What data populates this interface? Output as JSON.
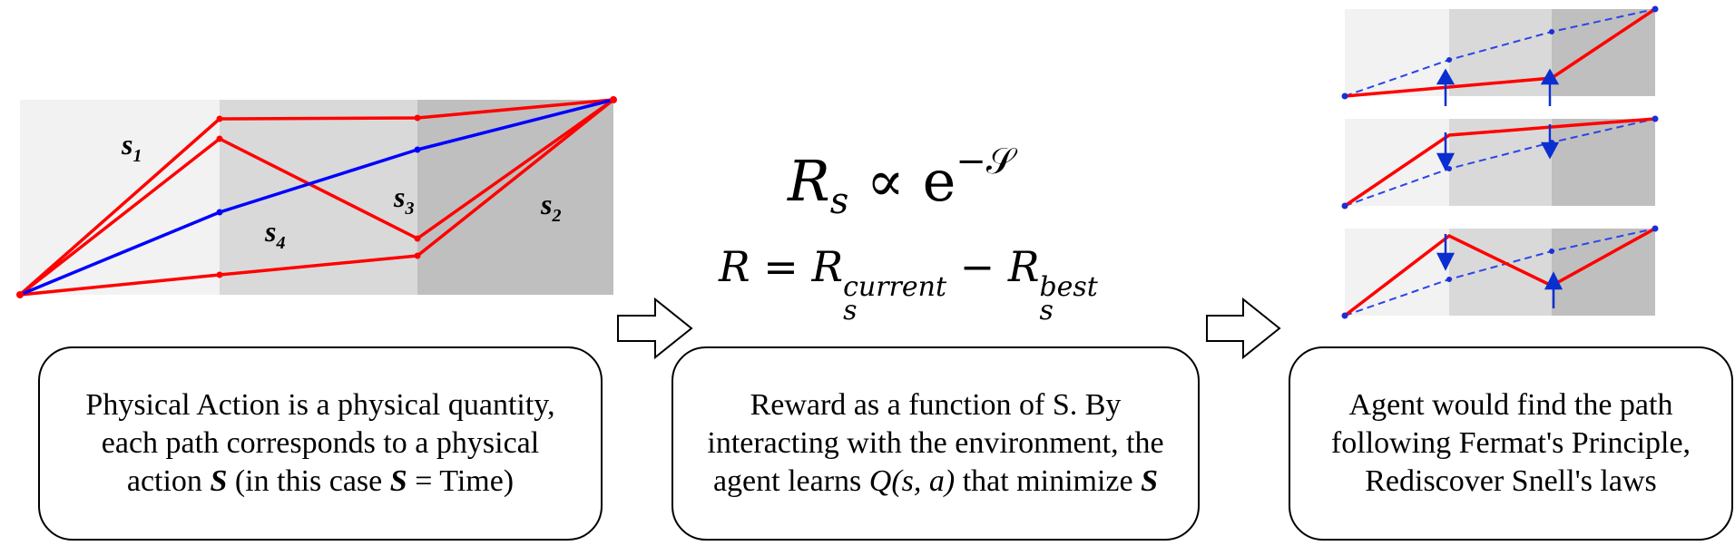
{
  "diagram": {
    "panel1": {
      "labels": {
        "s1": {
          "letter": "s",
          "sub": "1"
        },
        "s2": {
          "letter": "s",
          "sub": "2"
        },
        "s3": {
          "letter": "s",
          "sub": "3"
        },
        "s4": {
          "letter": "s",
          "sub": "4"
        }
      },
      "box": {
        "line1": "Physical Action is a physical quantity,",
        "line2": "each path corresponds to a physical",
        "line3_pre": "action ",
        "line3_sym": "S",
        "line3_mid": " (in this case ",
        "line3_sym2": "S",
        "line3_post": " = Time)"
      }
    },
    "panel2": {
      "eq1": {
        "lhs": "R",
        "sub": "s",
        "op": " ∝ e",
        "sup": "−𝒮"
      },
      "eq2": {
        "lhs": "R",
        "eq": " = ",
        "r1": "R",
        "r1_sub": "s",
        "r1_sup": "current",
        "minus": " − ",
        "r2": "R",
        "r2_sub": "s",
        "r2_sup": "best"
      },
      "box": {
        "line1": "Reward as a function of S. By",
        "line2": "interacting with the environment, the",
        "line3_pre": "agent learns ",
        "line3_q": "Q(s, a)",
        "line3_mid": " that minimize ",
        "line3_sym": "S"
      }
    },
    "panel3": {
      "box": {
        "line1": "Agent would find the path",
        "line2": "following Fermat's Principle,",
        "line3": "Rediscover Snell's laws"
      }
    },
    "colors": {
      "zone1": "#f2f2f2",
      "zone2": "#d9d9d9",
      "zone3": "#bfbfbf",
      "path_red": "#ff0000",
      "path_blue": "#0000ff",
      "arrow_blue": "#0a2fd0"
    }
  }
}
